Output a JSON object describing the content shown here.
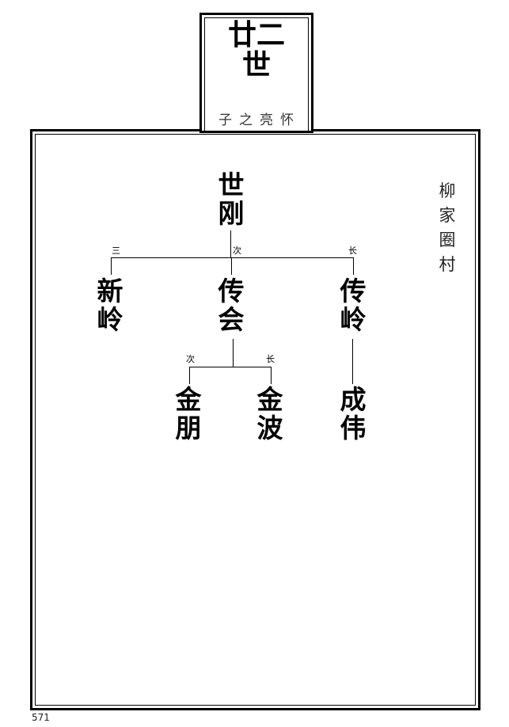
{
  "generation": {
    "title_line1": "廿二",
    "title_line2": "世",
    "subtitle": "子之亮怀"
  },
  "village": "柳家圈村",
  "tree": {
    "root": {
      "name": "世刚"
    },
    "children": [
      {
        "name": "传岭",
        "order": "长"
      },
      {
        "name": "传会",
        "order": "次"
      },
      {
        "name": "新岭",
        "order": "三"
      }
    ],
    "grandchildren_of_chuanhui": [
      {
        "name": "金波",
        "order": "长"
      },
      {
        "name": "金朋",
        "order": "次"
      }
    ],
    "grandchildren_of_chuanling": [
      {
        "name": "成伟"
      }
    ]
  },
  "page_number": "571"
}
